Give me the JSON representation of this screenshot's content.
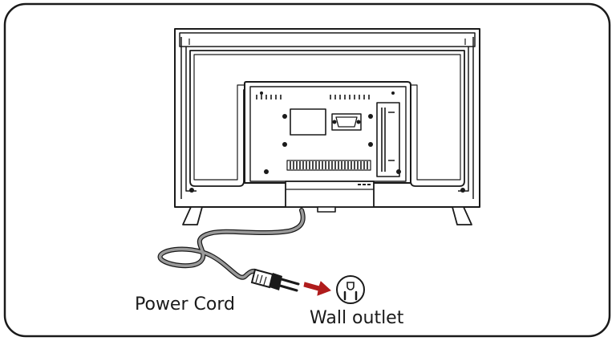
{
  "labels": {
    "power_cord": "Power Cord",
    "wall_outlet": "Wall outlet"
  },
  "colors": {
    "line": "#1a1a1a",
    "arrow": "#b01c1c",
    "cord": "#8a8a8a",
    "background": "#ffffff"
  },
  "icons": [
    "tv-rear-view",
    "power-plug-icon",
    "insert-arrow-icon",
    "wall-outlet-icon"
  ]
}
